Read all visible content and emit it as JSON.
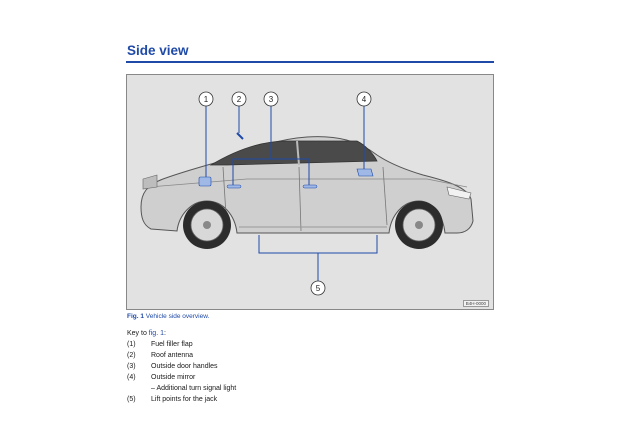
{
  "header": {
    "title": "Side view"
  },
  "figure": {
    "callouts": [
      "1",
      "2",
      "3",
      "4",
      "5"
    ],
    "code": "B4H-0000",
    "colors": {
      "frame_bg": "#e2e2e2",
      "callout_line": "#1f4aa8",
      "car_body": "#cfcfcf"
    }
  },
  "caption": {
    "label": "Fig. 1",
    "text": "Vehicle side overview."
  },
  "key": {
    "intro_prefix": "Key to ",
    "intro_link": "fig. 1",
    "intro_suffix": ":",
    "items": [
      {
        "num": "(1)",
        "label": "Fuel filler flap"
      },
      {
        "num": "(2)",
        "label": "Roof antenna"
      },
      {
        "num": "(3)",
        "label": "Outside door handles"
      },
      {
        "num": "(4)",
        "label": "Outside mirror"
      },
      {
        "sub": "–  Additional turn signal light"
      },
      {
        "num": "(5)",
        "label": "Lift points for the jack"
      }
    ]
  }
}
